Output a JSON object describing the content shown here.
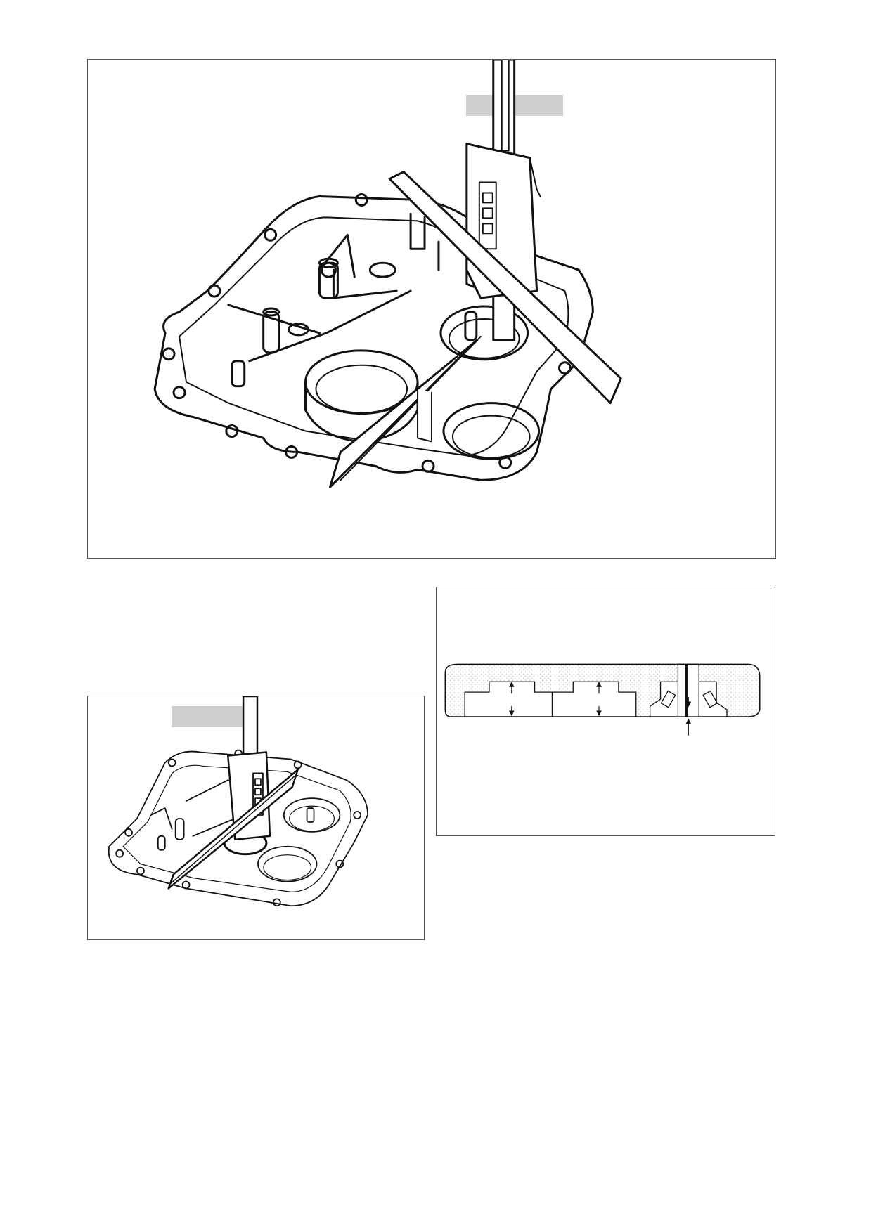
{
  "figures": [
    {
      "id": "fig-large-isometric",
      "label_text": ""
    },
    {
      "id": "fig-small-isometric",
      "label_text": ""
    },
    {
      "id": "fig-cross-section",
      "label_text": ""
    }
  ],
  "colors": {
    "ink": "#111111",
    "frame": "#555555",
    "label_bar": "#cfcfcf",
    "stipple": "#bdbdbd"
  }
}
